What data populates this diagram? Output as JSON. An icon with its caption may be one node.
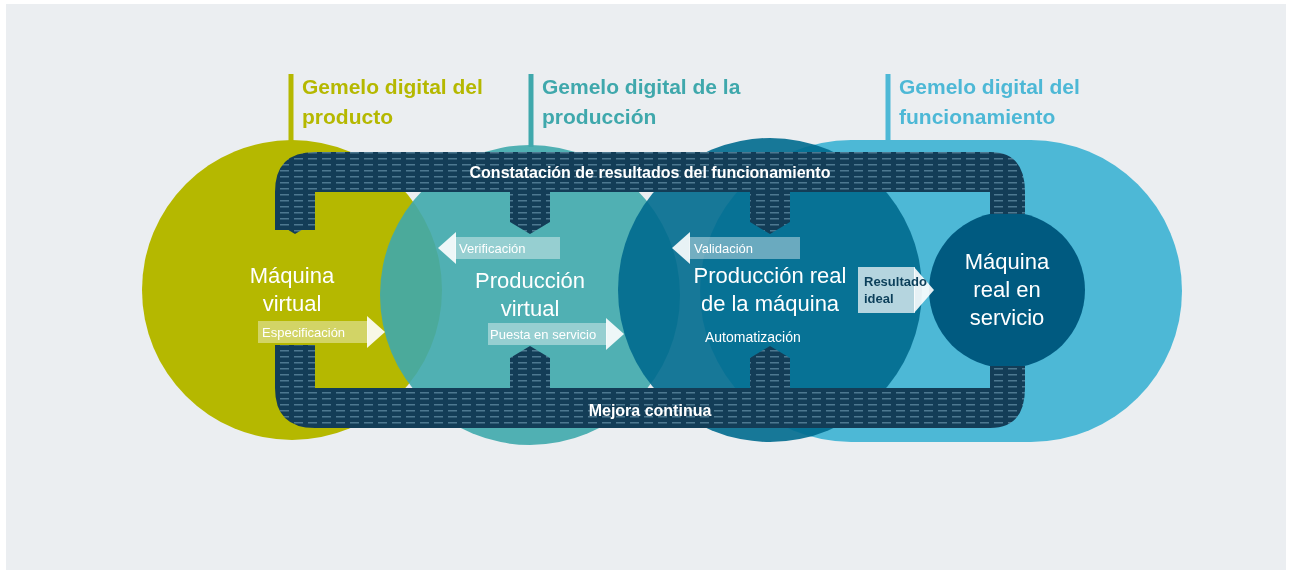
{
  "diagram": {
    "nodes": [
      {
        "text": [
          "Máquina virtual"
        ]
      },
      {
        "text": [
          "Producción virtual"
        ]
      },
      {
        "text": [
          "Producción real de la máquina"
        ]
      },
      {
        "text": [
          "Máquina real en servicio"
        ]
      },
      {
        "text": [
          "Gemelo digital del producto"
        ]
      },
      {
        "text": [
          "Gemelo digital de la producción"
        ]
      },
      {
        "text": [
          "Gemelo digital del funcionamiento"
        ]
      }
    ],
    "edges": [
      {
        "from": 1,
        "to": 0,
        "arrow": "to",
        "label": "Verificación"
      },
      {
        "from": 2,
        "to": 1,
        "arrow": "to",
        "label": "Validación"
      },
      {
        "from": 0,
        "to": 1,
        "arrow": "to",
        "label": "Especificación"
      },
      {
        "from": 1,
        "to": 2,
        "arrow": "to",
        "label": "Puesta en servicio"
      },
      {
        "from": 2,
        "to": 3,
        "arrow": "to",
        "label": "Resultado ideal",
        "style": "thick"
      },
      {
        "from": 4,
        "to": 0,
        "arrow": "none",
        "color": "#b5b800"
      },
      {
        "from": 5,
        "to": 1,
        "arrow": "none",
        "color": "#3fa8ac"
      },
      {
        "from": 6,
        "to": 2,
        "arrow": "none",
        "color": "#4db8d6"
      }
    ],
    "labels": [
      "Constatación de resultados del funcionamiento",
      "Automatización",
      "Mejora continua"
    ]
  }
}
